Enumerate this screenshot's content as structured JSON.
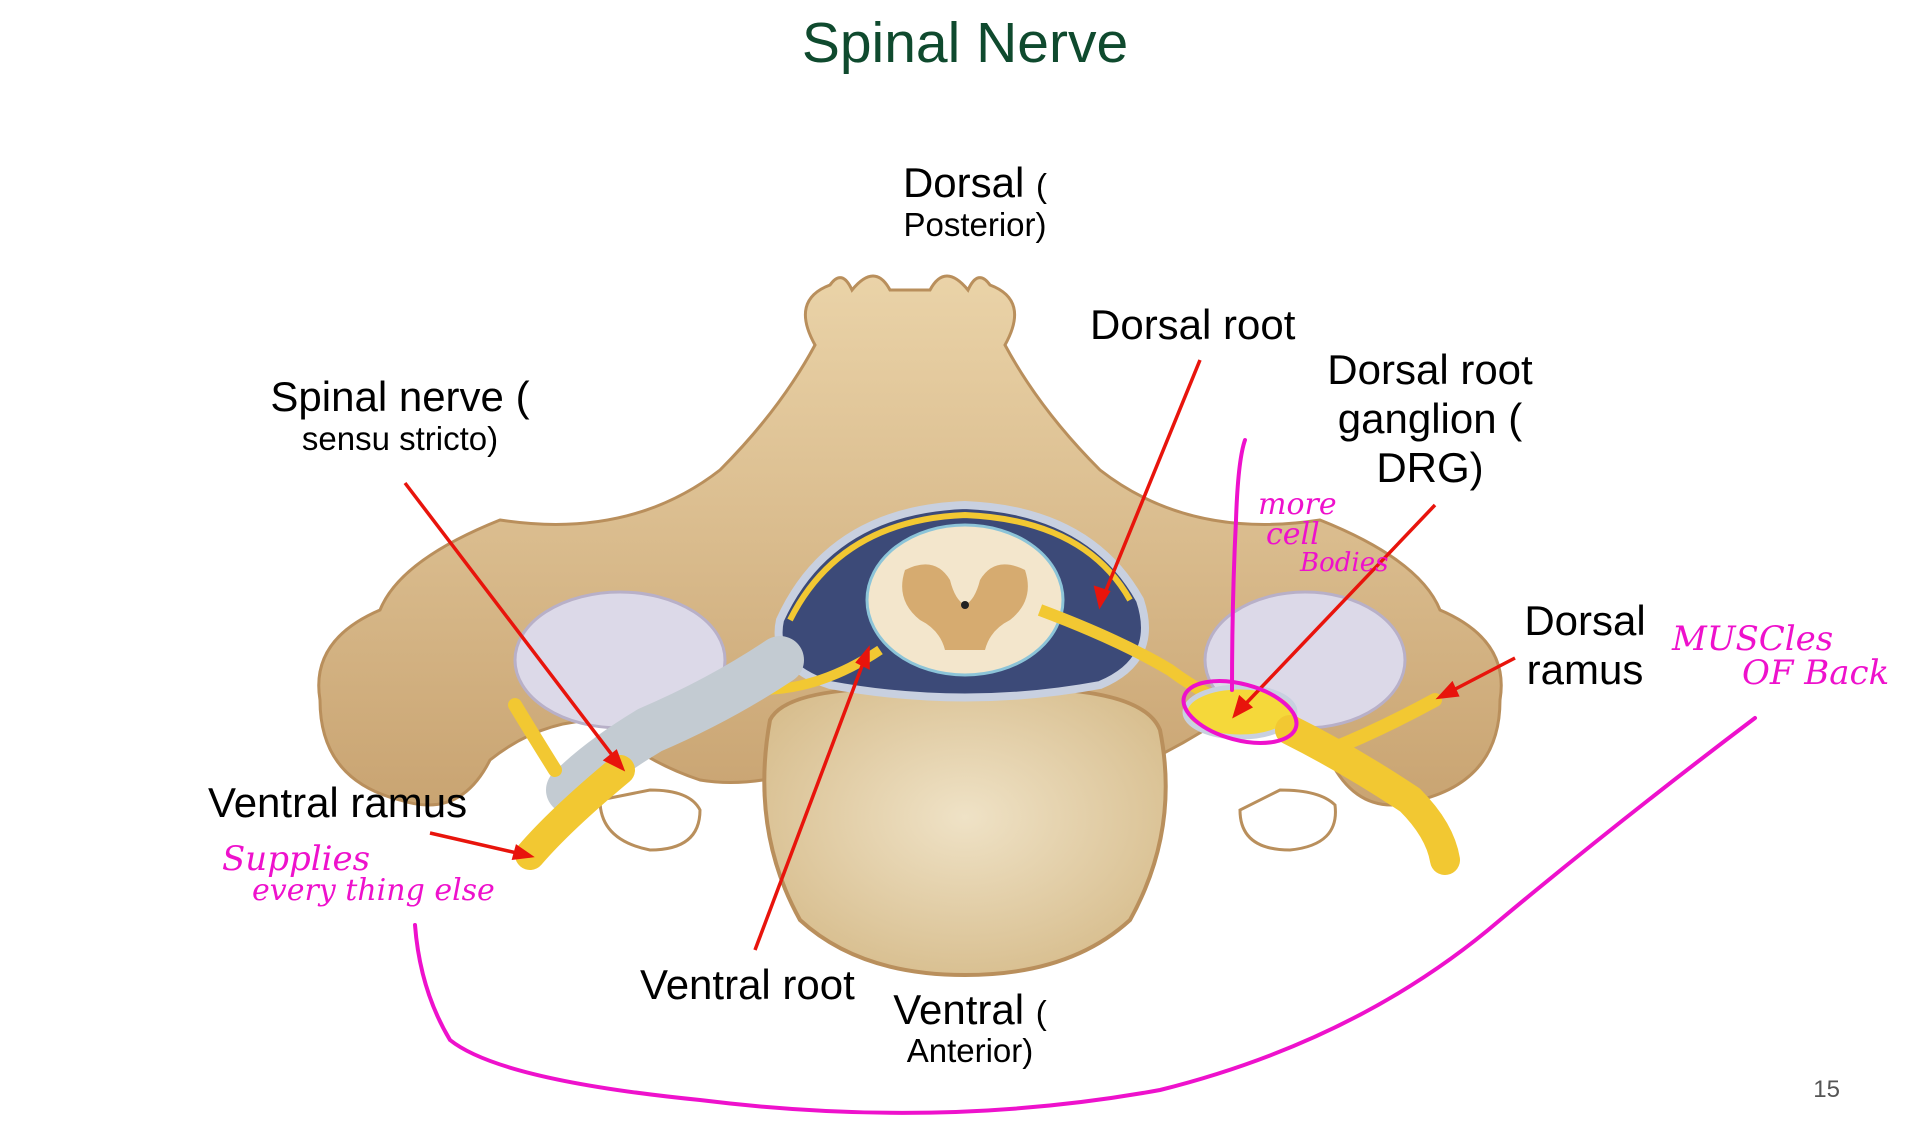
{
  "title": "Spinal Nerve",
  "labels": {
    "dorsal_main": "Dorsal",
    "dorsal_paren": "(",
    "dorsal_sub": "Posterior)",
    "dorsal_root": "Dorsal root",
    "drg_line1": "Dorsal root",
    "drg_line2": "ganglion (",
    "drg_line3": "DRG)",
    "spinal_nerve_line1": "Spinal nerve (",
    "spinal_nerve_line2": "sensu stricto)",
    "dorsal_ramus_line1": "Dorsal",
    "dorsal_ramus_line2": "ramus",
    "ventral_ramus": "Ventral ramus",
    "ventral_root": "Ventral root",
    "ventral_main": "Ventral",
    "ventral_paren": "(",
    "ventral_sub": "Anterior)"
  },
  "annotations": {
    "more_cell_bodies": [
      "more",
      "cell",
      "Bodies"
    ],
    "muscles_of_back": [
      "MUSCles",
      "OF Back"
    ],
    "supplies": [
      "Supplies",
      "every thing else"
    ]
  },
  "page_number": "15",
  "colors": {
    "title": "#0f4a2e",
    "pointer_arrows": "#e8140c",
    "handwriting": "#ee11cc",
    "bone": "#e2c89e",
    "nerve": "#f2c832"
  }
}
